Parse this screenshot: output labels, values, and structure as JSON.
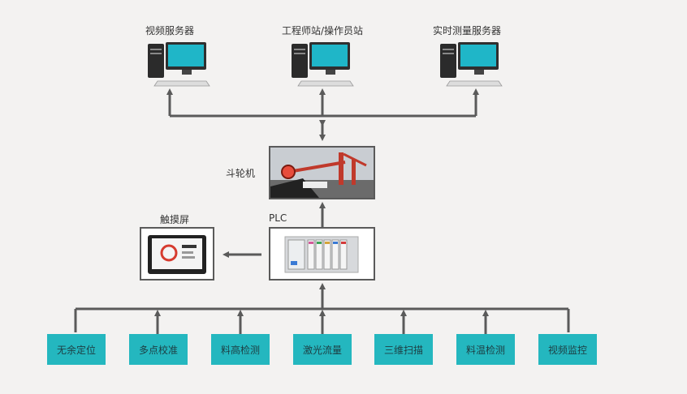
{
  "servers": [
    {
      "label": "视频服务器",
      "icon": "desktop-computer-icon"
    },
    {
      "label": "工程师站/操作员站",
      "icon": "desktop-computer-icon"
    },
    {
      "label": "实时测量服务器",
      "icon": "desktop-computer-icon"
    }
  ],
  "machine": {
    "label": "斗轮机",
    "icon": "bucket-wheel-machine-photo"
  },
  "touchscreen": {
    "label": "触摸屏",
    "icon": "touch-panel-photo"
  },
  "plc": {
    "label": "PLC",
    "icon": "plc-rack-photo"
  },
  "sensors": [
    "无余定位",
    "多点校准",
    "料高检测",
    "激光流量",
    "三维扫描",
    "料温检测",
    "视频监控"
  ],
  "colors": {
    "sensor_bg": "#24b7bf",
    "line": "#5a5a5a",
    "screen": "#1fb6c8"
  }
}
